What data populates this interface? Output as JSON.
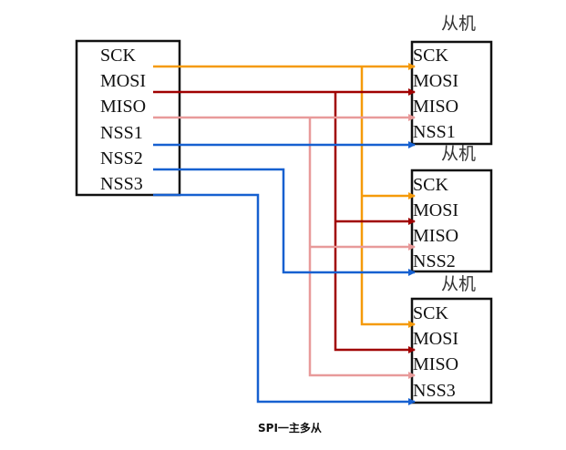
{
  "master": {
    "pins": [
      "SCK",
      "MOSI",
      "MISO",
      "NSS1",
      "NSS2",
      "NSS3"
    ]
  },
  "slaves": [
    {
      "title": "从机",
      "pins": [
        "SCK",
        "MOSI",
        "MISO",
        "NSS1"
      ]
    },
    {
      "title": "从机",
      "pins": [
        "SCK",
        "MOSI",
        "MISO",
        "NSS2"
      ]
    },
    {
      "title": "从机",
      "pins": [
        "SCK",
        "MOSI",
        "MISO",
        "NSS3"
      ]
    }
  ],
  "caption": "SPI一主多从",
  "colors": {
    "sck": "#f59a0a",
    "mosi": "#a00000",
    "miso": "#e89a9a",
    "nss": "#1660d0"
  }
}
